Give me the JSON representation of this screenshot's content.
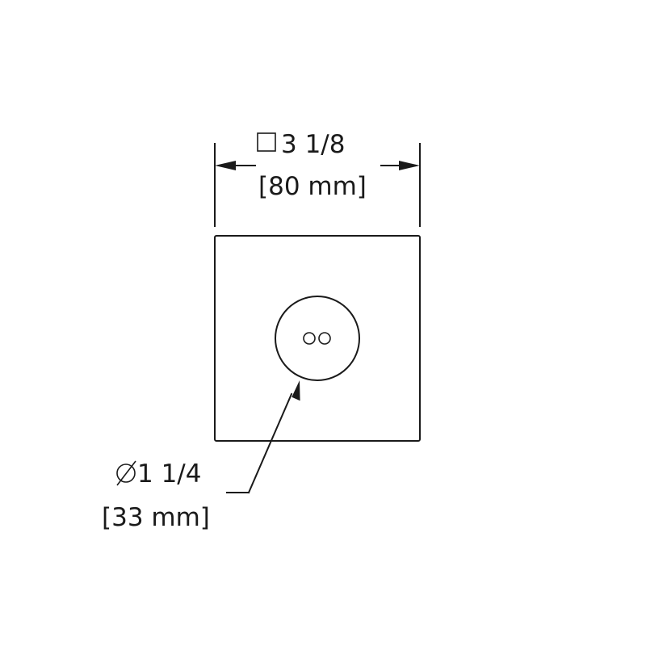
{
  "drawing": {
    "width_dimension": {
      "symbol": "square",
      "value_imperial": "3 1/8",
      "value_metric": "[80 mm]"
    },
    "diameter_dimension": {
      "symbol": "diameter",
      "value_imperial": "1 1/4",
      "value_metric": "[33 mm]"
    },
    "colors": {
      "line": "#1a1a1a",
      "background": "#ffffff"
    }
  }
}
